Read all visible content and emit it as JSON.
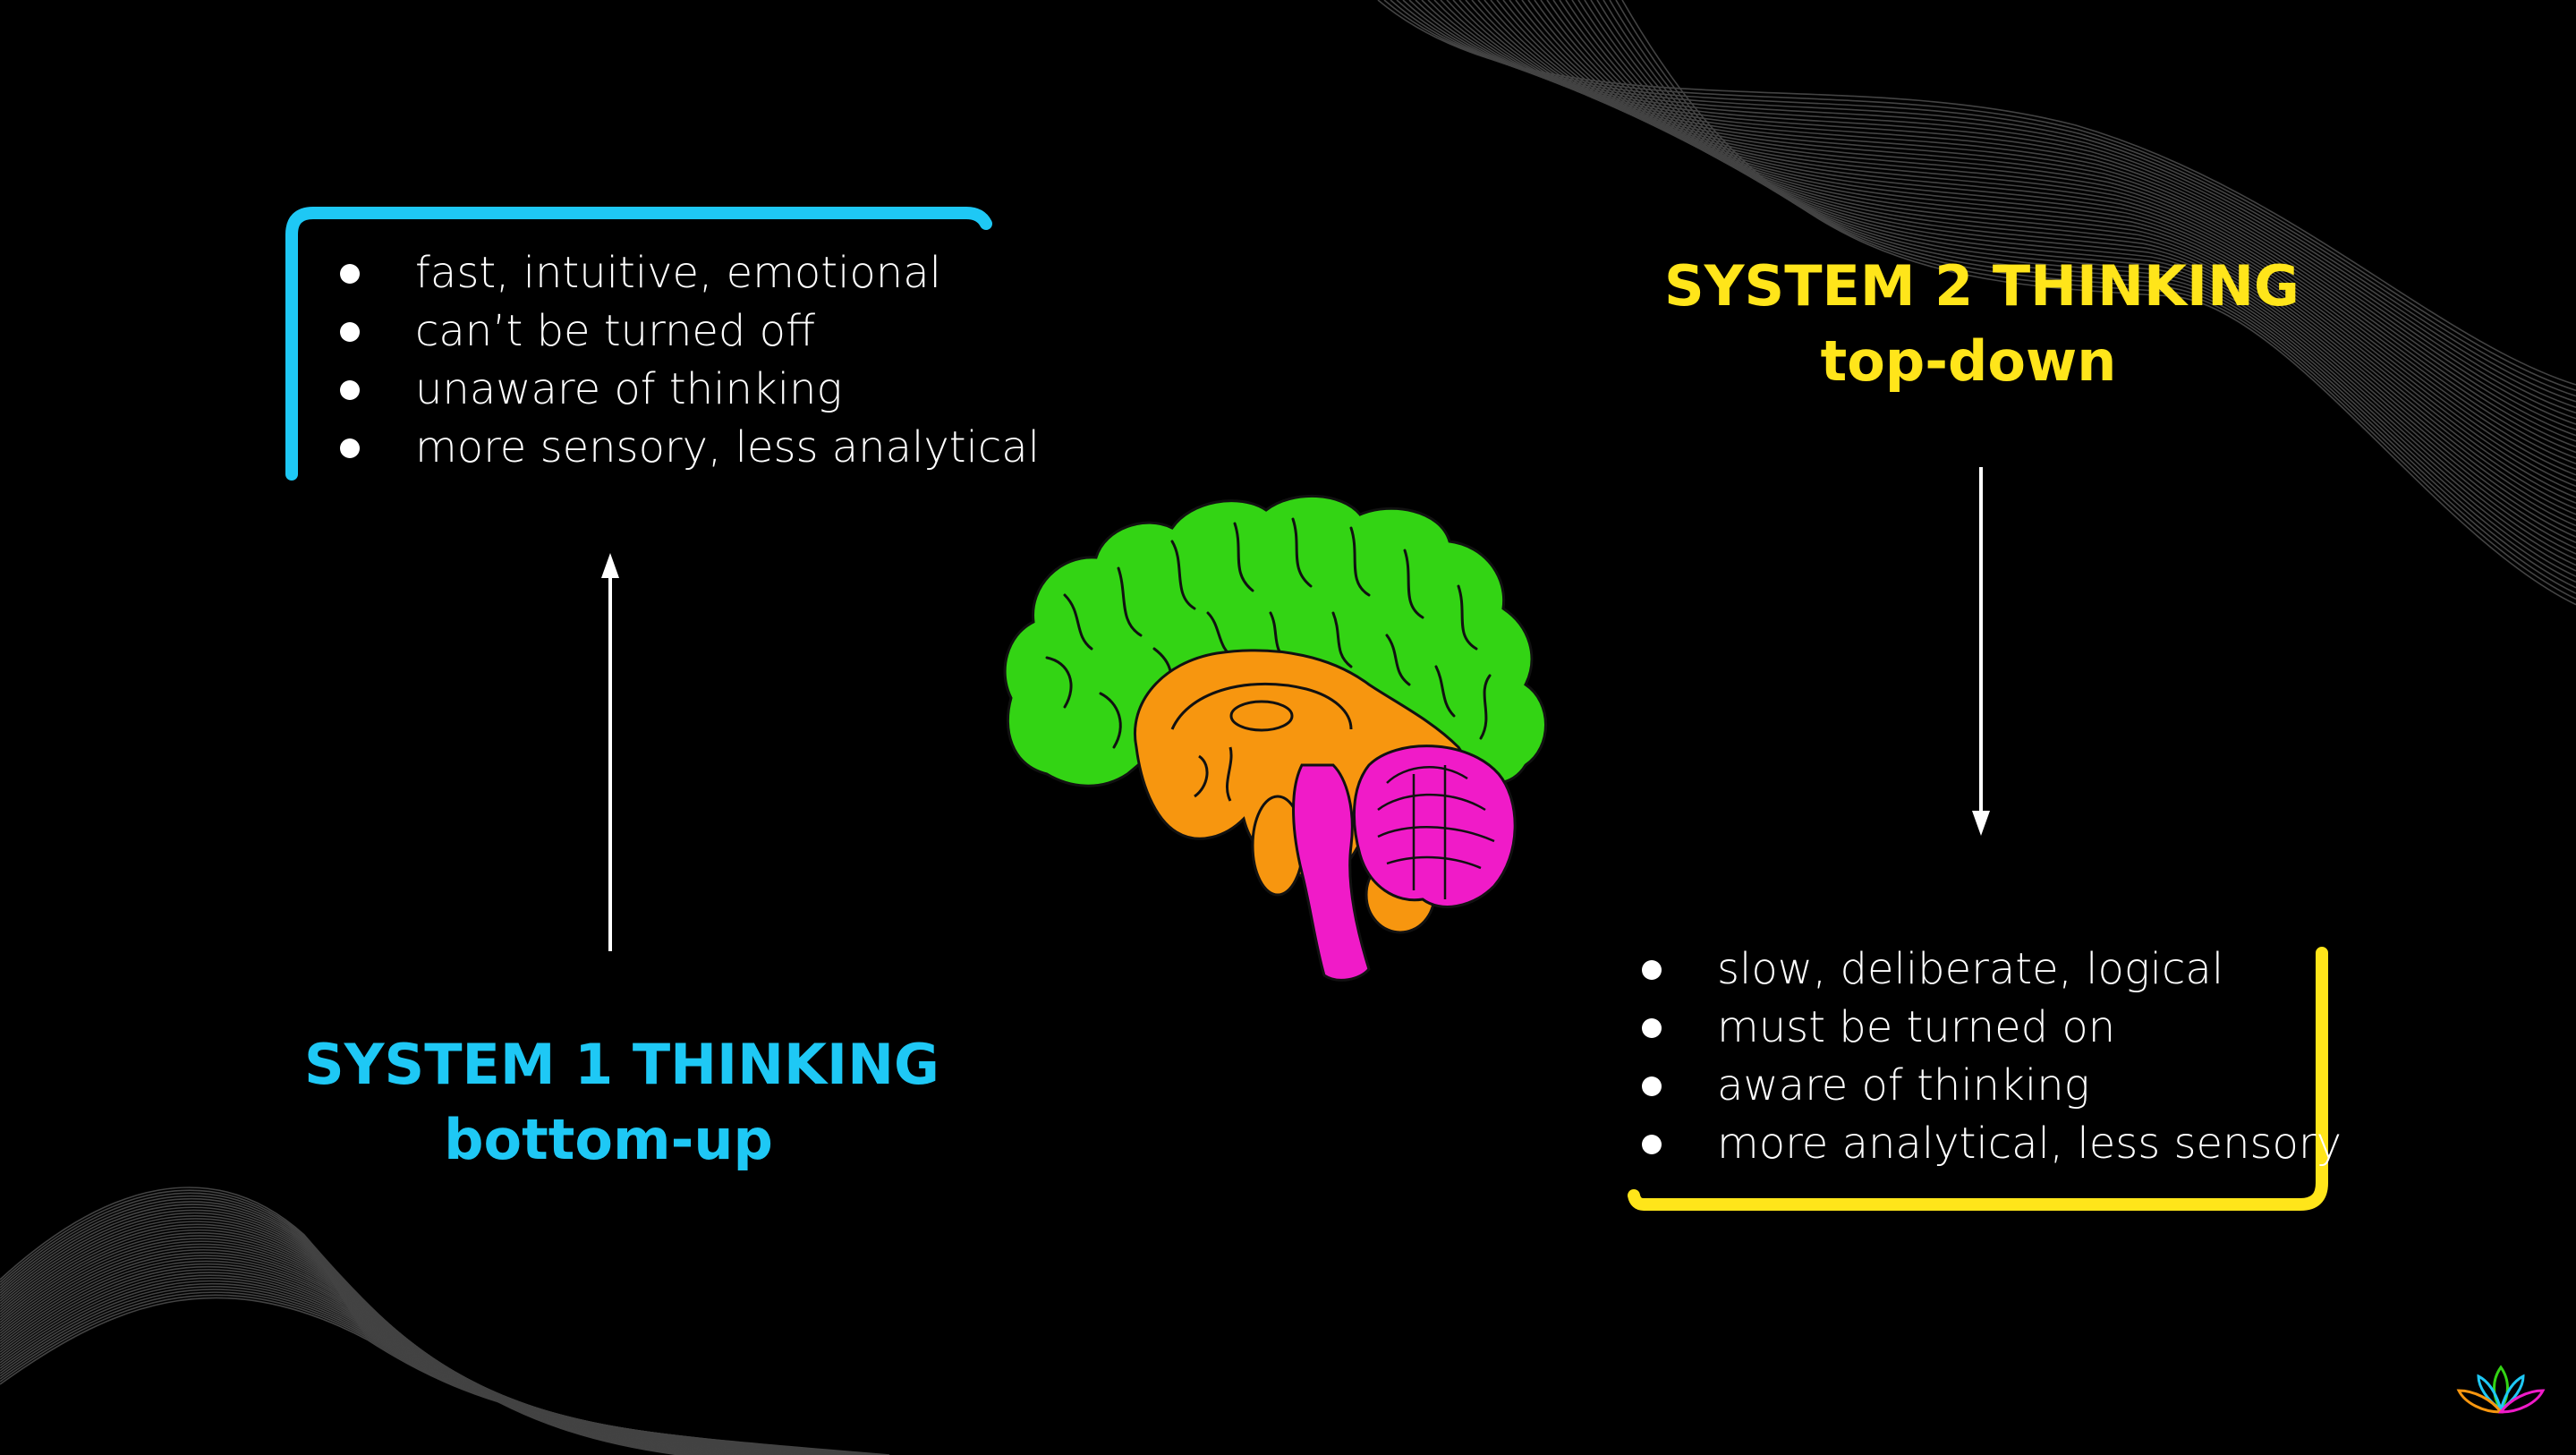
{
  "colors": {
    "background": "#000000",
    "system1_accent": "#1EC8F5",
    "system2_accent": "#FFE51A",
    "brain_cortex": "#33D414",
    "brain_inner": "#F7960F",
    "brain_cerebellum": "#F01BC8"
  },
  "system1": {
    "title": "SYSTEM 1 THINKING",
    "subtitle": "bottom-up",
    "bullets": [
      "fast, intuitive, emotional",
      "can’t be turned off",
      "unaware of thinking",
      "more sensory, less analytical"
    ]
  },
  "system2": {
    "title": "SYSTEM 2 THINKING",
    "subtitle": "top-down",
    "bullets": [
      "slow, deliberate, logical",
      "must be turned on",
      "aware of thinking",
      "more analytical, less sensory"
    ]
  },
  "icons": {
    "center": "brain-icon",
    "corner": "lotus-logo-icon"
  }
}
